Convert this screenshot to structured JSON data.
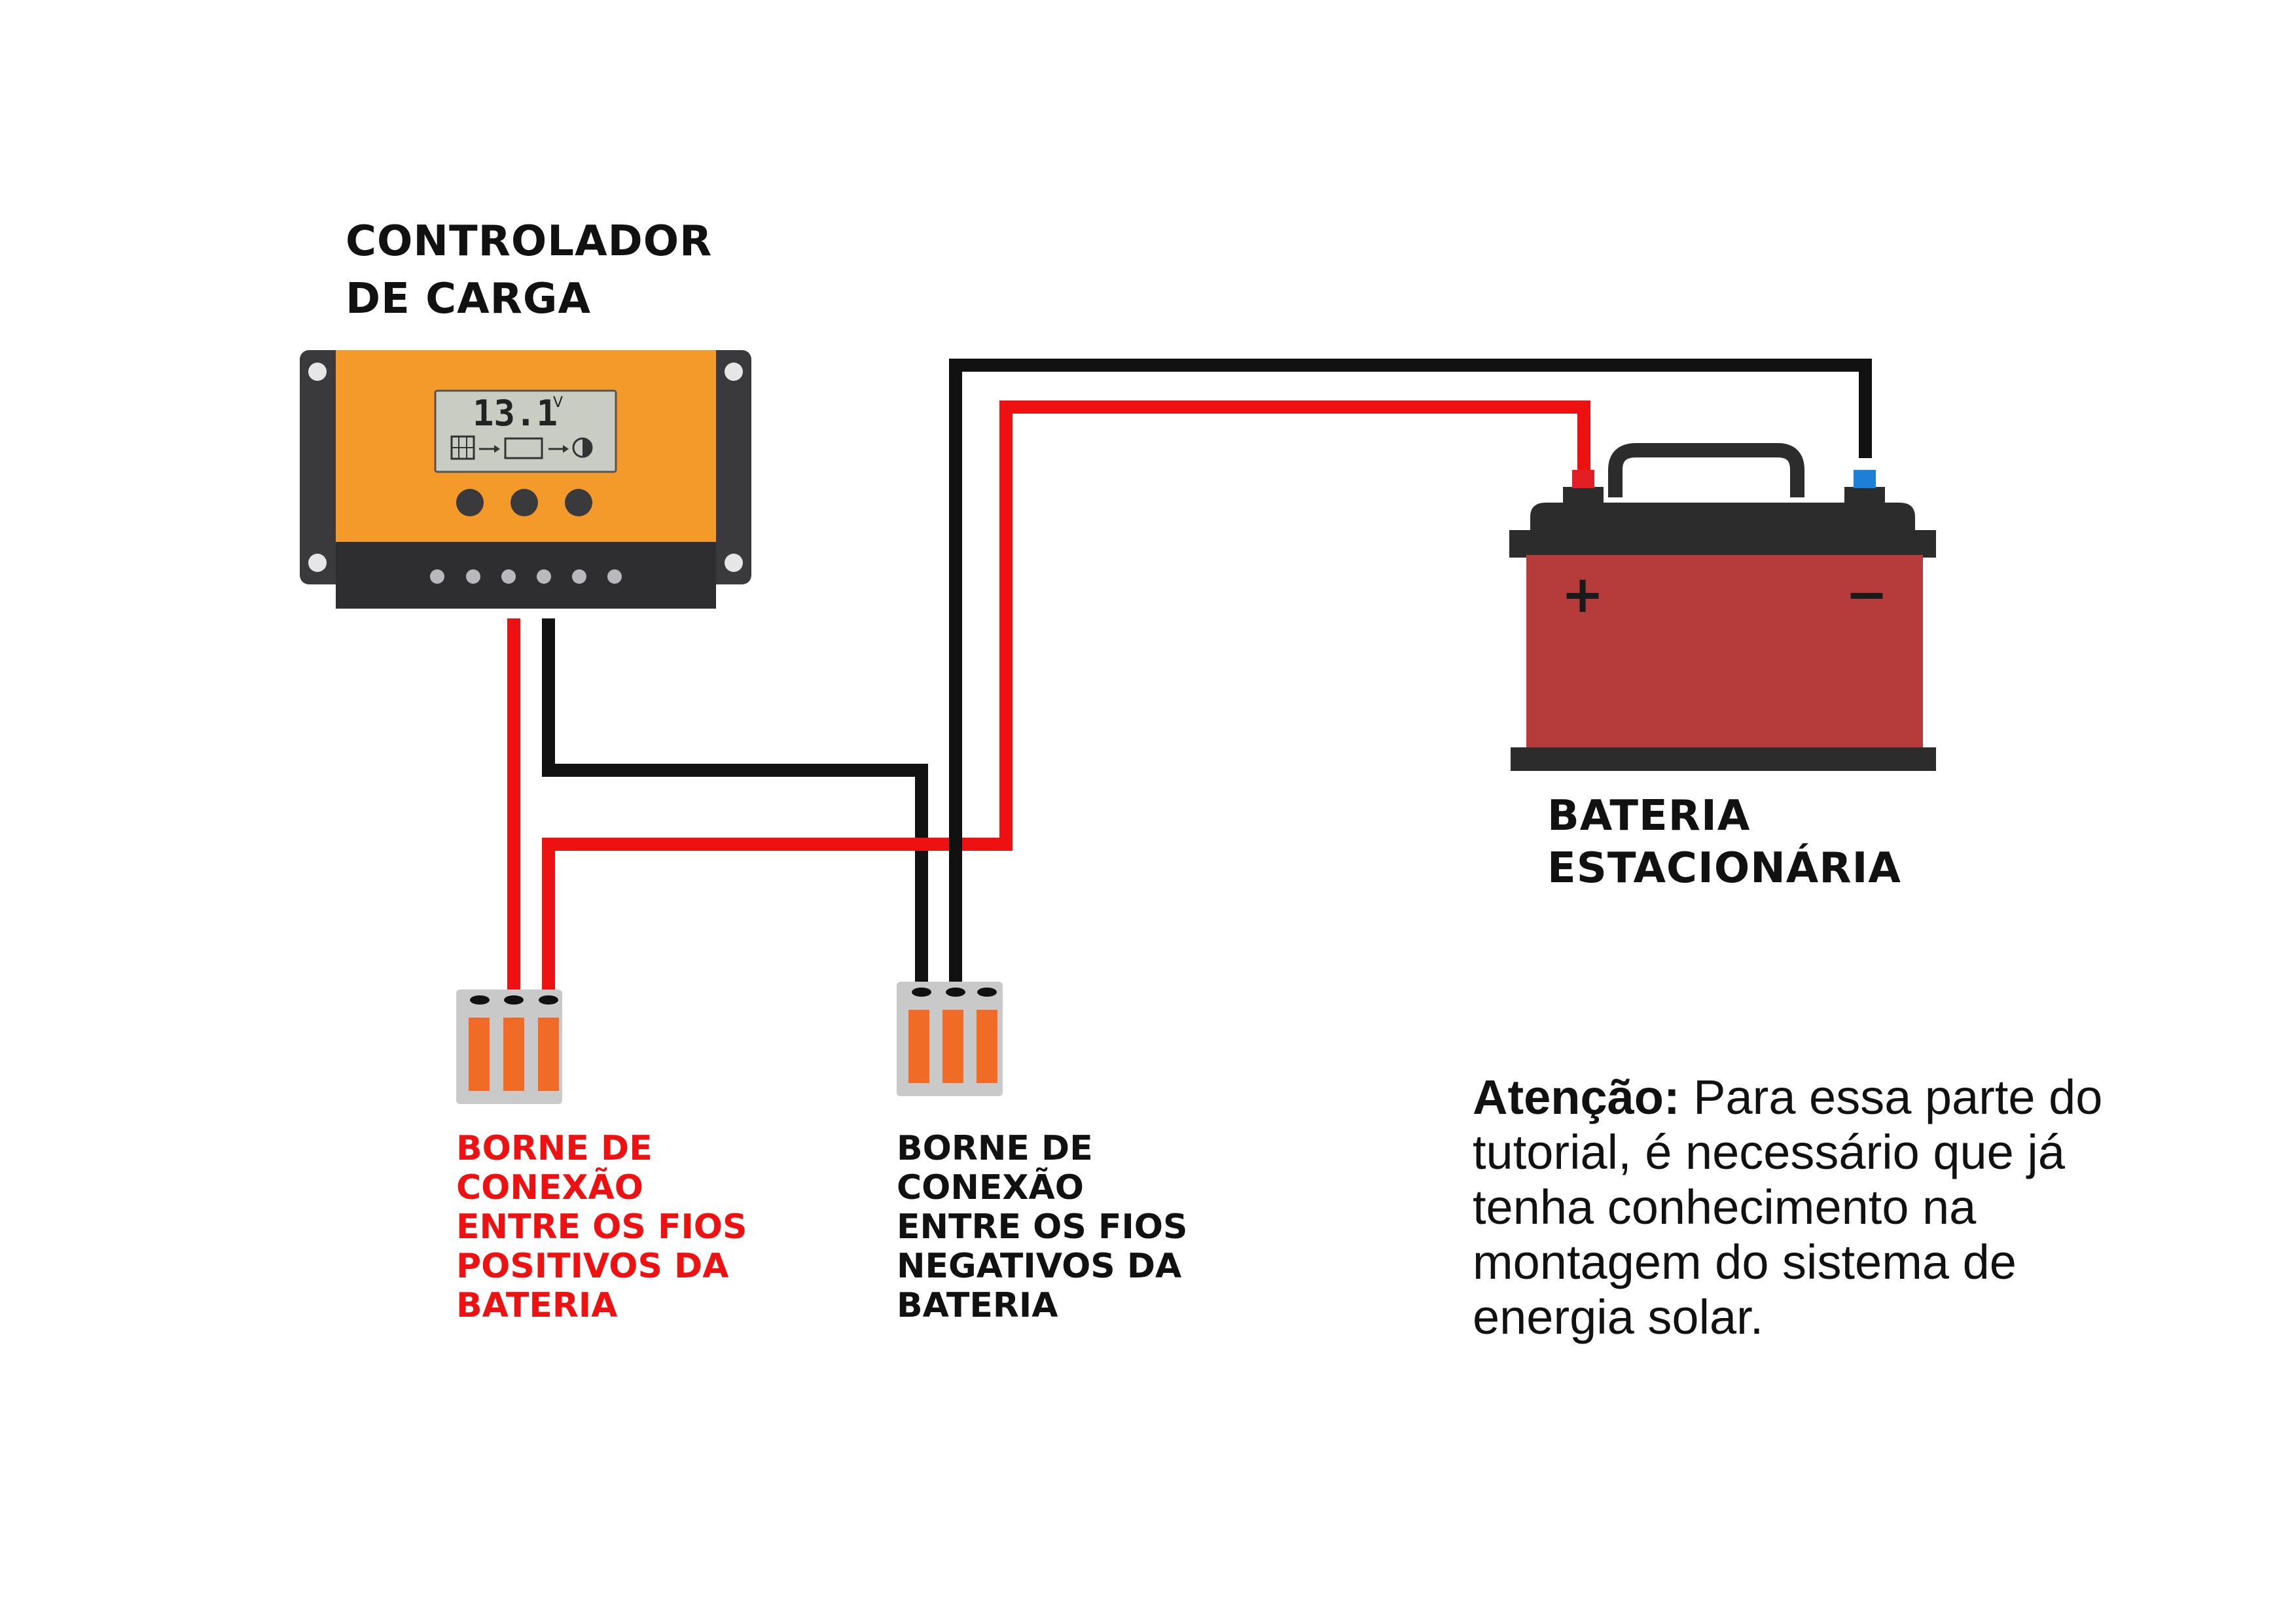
{
  "controller": {
    "title_lines": [
      "CONTROLADOR",
      "DE CARGA"
    ],
    "display": {
      "voltage": "13.1",
      "unit": "V"
    },
    "colors": {
      "body": "#f39a2b",
      "frame": "#3a3a3c",
      "screen": "#c9ccc2"
    }
  },
  "battery": {
    "title_lines": [
      "BATERIA",
      "ESTACIONÁRIA"
    ],
    "positive_symbol": "+",
    "negative_symbol": "−",
    "colors": {
      "body": "#b63c3c",
      "lid": "#2c2c2c",
      "positive_terminal": "#e31e24",
      "negative_terminal": "#1e7fd8"
    }
  },
  "connector_positive": {
    "label_lines": [
      "BORNE DE",
      "CONEXÃO",
      "ENTRE OS FIOS",
      "POSITIVOS DA",
      "BATERIA"
    ],
    "label_color": "#ee1111"
  },
  "connector_negative": {
    "label_lines": [
      "BORNE DE",
      "CONEXÃO",
      "ENTRE OS FIOS",
      "NEGATIVOS DA",
      "BATERIA"
    ],
    "label_color": "#111111"
  },
  "note": {
    "prefix": "Atenção:",
    "text": " Para essa parte do tutorial, é necessário que já tenha conhecimento na montagem do sistema de energia solar."
  },
  "wire_colors": {
    "positive": "#ee1111",
    "negative": "#111111"
  }
}
